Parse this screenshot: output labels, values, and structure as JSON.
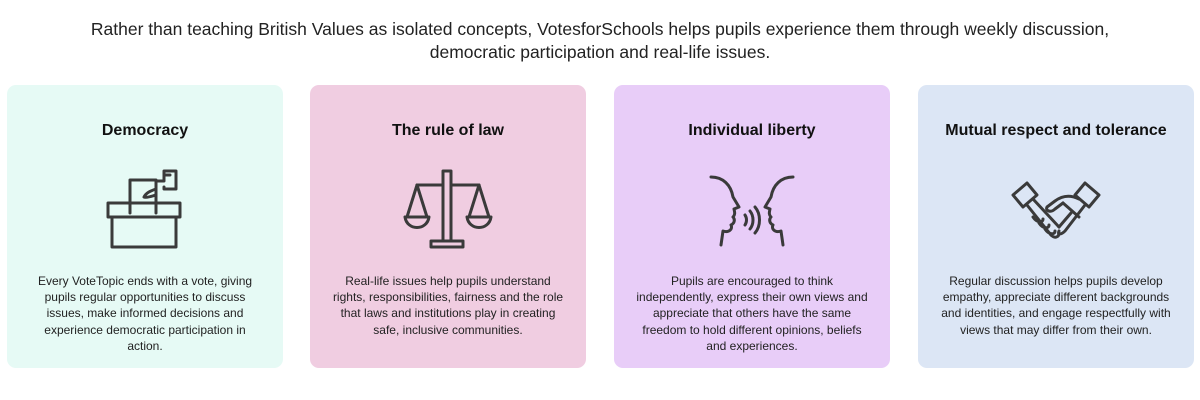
{
  "intro": "Rather than teaching British Values as isolated concepts, VotesforSchools helps pupils experience them through weekly discussion, democratic participation and real-life issues.",
  "cards": [
    {
      "title": "Democracy",
      "icon": "ballot-box-icon",
      "color": "#e6faf5",
      "text": "Every VoteTopic ends with a vote, giving pupils regular opportunities to discuss issues, make informed decisions and experience democratic participation in action."
    },
    {
      "title": "The rule of law",
      "icon": "scales-of-justice-icon",
      "color": "#f0cde1",
      "text": "Real-life issues help pupils understand rights, responsibilities, fairness and the role that laws and institutions play in creating safe, inclusive communities."
    },
    {
      "title": "Individual liberty",
      "icon": "speaking-faces-icon",
      "color": "#e8cdf8",
      "text": "Pupils are encouraged to think independently, express their own views and appreciate that others have the same freedom to hold different opinions, beliefs and experiences."
    },
    {
      "title": "Mutual respect and tolerance",
      "icon": "handshake-icon",
      "color": "#dce6f5",
      "text": "Regular discussion helps pupils develop empathy, appreciate different backgrounds and identities, and engage respectfully with views that may differ from their own."
    }
  ]
}
